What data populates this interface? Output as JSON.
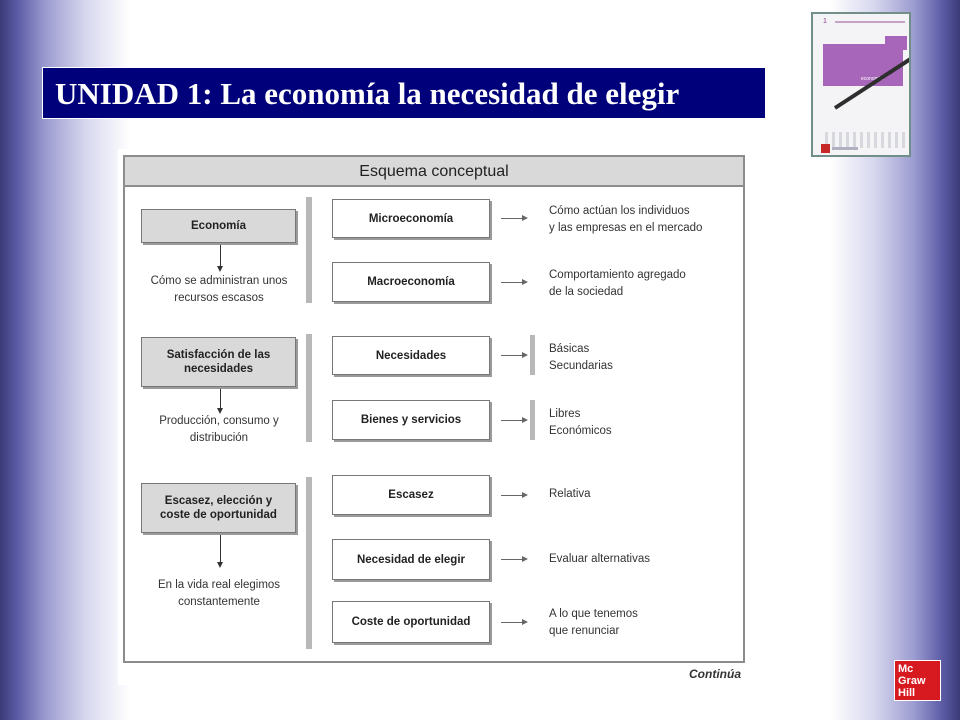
{
  "title": "UNIDAD 1: La economía la necesidad de elegir",
  "book_cover": {
    "chapter_number": "1",
    "word": "economía"
  },
  "scheme": {
    "header": "Esquema conceptual",
    "sections": [
      {
        "concept": "Economía",
        "description": "Cómo se administran unos recursos escasos",
        "branches": [
          {
            "label": "Microeconomía",
            "result": [
              "Cómo actúan los individuos",
              "y las empresas en el mercado"
            ],
            "bracket": false
          },
          {
            "label": "Macroeconomía",
            "result": [
              "Comportamiento agregado",
              "de la sociedad"
            ],
            "bracket": false
          }
        ]
      },
      {
        "concept": "Satisfacción de las necesidades",
        "description": "Producción, consumo y distribución",
        "branches": [
          {
            "label": "Necesidades",
            "result": [
              "Básicas",
              "Secundarias"
            ],
            "bracket": true
          },
          {
            "label": "Bienes y servicios",
            "result": [
              "Libres",
              "Económicos"
            ],
            "bracket": true
          }
        ]
      },
      {
        "concept": "Escasez, elección y coste de oportunidad",
        "description": "En la vida real elegimos constantemente",
        "branches": [
          {
            "label": "Escasez",
            "result": [
              "Relativa"
            ],
            "bracket": false
          },
          {
            "label": "Necesidad de elegir",
            "result": [
              "Evaluar alternativas"
            ],
            "bracket": false
          },
          {
            "label": "Coste de oportunidad",
            "result": [
              "A lo que tenemos",
              "que renunciar"
            ],
            "bracket": false
          }
        ]
      }
    ],
    "footer": "Continúa"
  },
  "publisher_logo": [
    "Mc",
    "Graw",
    "Hill"
  ],
  "colors": {
    "title_background": "#00007a",
    "concept_fill": "#d9d9d9",
    "logo_red": "#d71920"
  }
}
